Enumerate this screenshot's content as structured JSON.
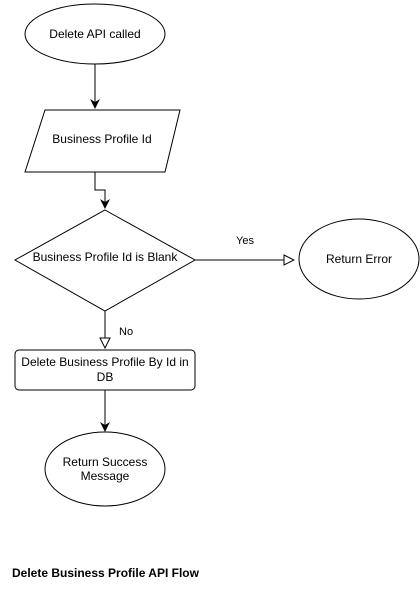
{
  "diagram": {
    "nodes": {
      "start": {
        "label": "Delete API called"
      },
      "input": {
        "label": "Business Profile Id"
      },
      "decision": {
        "label": "Business Profile Id is Blank"
      },
      "error": {
        "label": "Return Error"
      },
      "delete": {
        "line1": "Delete Business Profile By Id in",
        "line2": "DB"
      },
      "success": {
        "line1": "Return Success",
        "line2": "Message"
      }
    },
    "edges": {
      "yes_label": "Yes",
      "no_label": "No"
    },
    "caption": "Delete Business Profile API Flow"
  }
}
